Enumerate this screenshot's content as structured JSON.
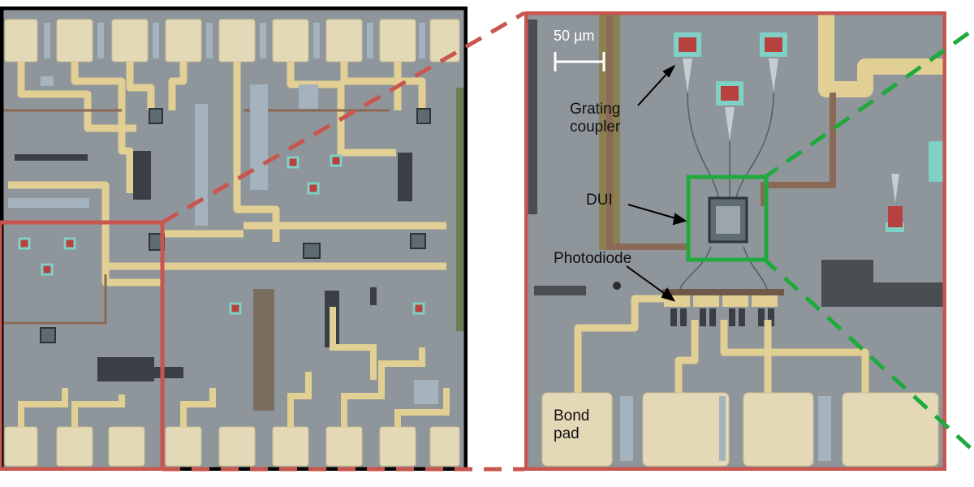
{
  "annotations": {
    "scale_bar": "50 µm",
    "grating_coupler": "Grating\ncoupler",
    "dui": "DUI",
    "photodiode": "Photodiode",
    "bond_pad": "Bond\npad"
  },
  "colors": {
    "chip_background": "#8e959b",
    "gold_trace": "#e2cf94",
    "pad_fill": "#e4d9b7",
    "zoom_box": "#c9564e",
    "dui_box": "#1faa3e",
    "frame": "#000000"
  }
}
